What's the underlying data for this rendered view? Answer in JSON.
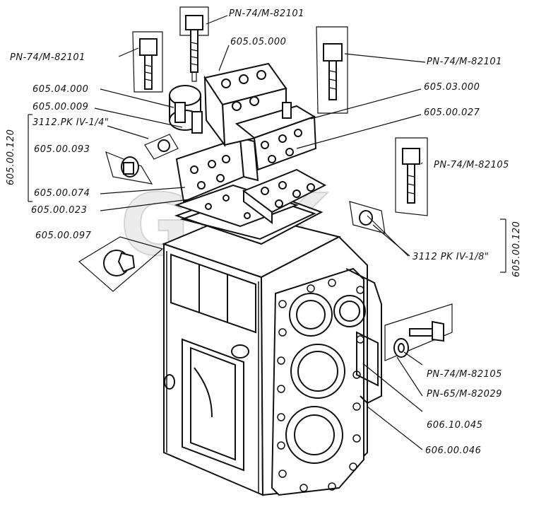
{
  "labels": {
    "bolt_top_center": "PN-74/M-82101",
    "bolt_top_left": "PN-74/M-82101",
    "bolt_top_right": "PN-74/M-82101",
    "part_605_05_000": "605.05.000",
    "part_605_04_000": "605.04.000",
    "part_605_03_000": "605.03.000",
    "part_605_00_009": "605.00.009",
    "part_605_00_027": "605.00.027",
    "part_3112_quarter": "3112.PK IV-1/4\"",
    "part_605_00_093": "605.00.093",
    "bolt_mid_right": "PN-74/M-82105",
    "part_605_00_074": "605.00.074",
    "part_605_00_023": "605.00.023",
    "part_605_00_097": "605.00.097",
    "part_3112_eighth": "3112 PK IV-1/8\"",
    "bolt_lower_right": "PN-74/M-82105",
    "washer_lower_right": "PN-65/M-82029",
    "part_606_10_045": "606.10.045",
    "part_606_00_046": "606.00.046",
    "group_left": "605.00.120",
    "group_right": "605.00.120"
  },
  "watermark": "GBK",
  "colors": {
    "ink": "#111111",
    "paper": "#ffffff"
  }
}
